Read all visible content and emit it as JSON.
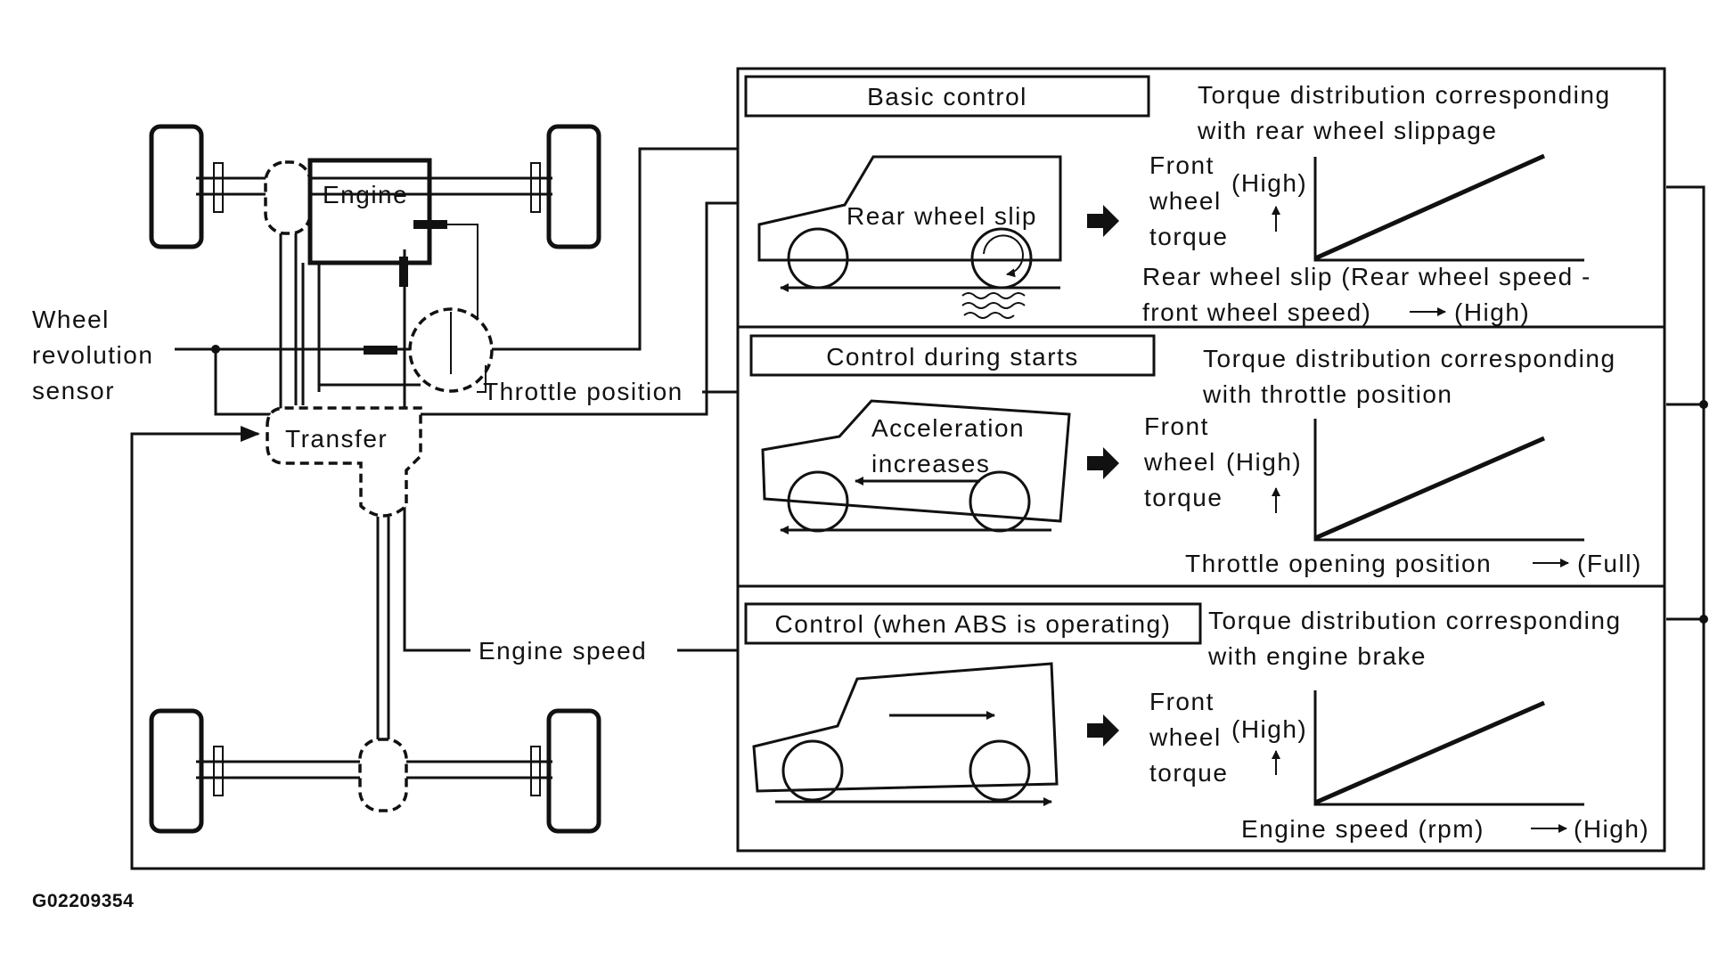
{
  "left": {
    "engine": "Engine",
    "transfer": "Transfer",
    "wheel_sensor": [
      "Wheel",
      "revolution",
      "sensor"
    ],
    "throttle_position": "Throttle position",
    "engine_speed": "Engine speed"
  },
  "panels": [
    {
      "box_label": "Basic control",
      "heading": [
        "Torque distribution corresponding",
        "with rear wheel slippage"
      ],
      "car_label": [
        "Rear wheel slip"
      ],
      "y_label": [
        "Front",
        "wheel",
        "torque"
      ],
      "y_high": "(High)",
      "x_axis": [
        "Rear wheel slip (Rear wheel speed -",
        "front wheel speed)",
        "(High)"
      ]
    },
    {
      "box_label": "Control during starts",
      "heading": [
        "Torque distribution corresponding",
        "with throttle position"
      ],
      "car_label": [
        "Acceleration",
        "increases"
      ],
      "y_label": [
        "Front",
        "wheel",
        "torque"
      ],
      "y_high": "(High)",
      "x_axis": [
        "Throttle opening position",
        "(Full)"
      ]
    },
    {
      "box_label": "Control (when ABS is operating)",
      "heading": [
        "Torque distribution corresponding",
        "with engine brake"
      ],
      "car_label": [],
      "y_label": [
        "Front",
        "wheel",
        "torque"
      ],
      "y_high": "(High)",
      "x_axis": [
        "Engine speed (rpm)",
        "(High)"
      ]
    }
  ],
  "figure_code": "G02209354"
}
